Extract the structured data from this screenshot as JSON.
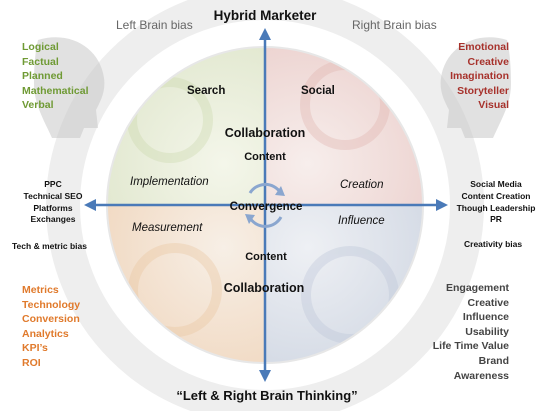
{
  "diagram": {
    "title": "Hybrid Marketer",
    "footer": "“Left & Right Brain Thinking”",
    "left_bias_label": "Left Brain bias",
    "right_bias_label": "Right Brain bias",
    "left_brain_traits": [
      "Logical",
      "Factual",
      "Planned",
      "Mathematical",
      "Verbal"
    ],
    "right_brain_traits": [
      "Emotional",
      "Creative",
      "Imagination",
      "Storyteller",
      "Visual"
    ],
    "left_tactics": [
      "PPC",
      "Technical SEO",
      "Platforms",
      "Exchanges"
    ],
    "right_tactics": [
      "Social Media",
      "Content Creation",
      "Though Leadership",
      "PR"
    ],
    "left_tactics_bias": "Tech & metric bias",
    "right_tactics_bias": "Creativity bias",
    "left_metrics": [
      "Metrics",
      "Technology",
      "Conversion",
      "Analytics",
      "KPI’s",
      "ROI"
    ],
    "right_metrics": [
      "Engagement",
      "Creative",
      "Influence",
      "Usability",
      "Life Time Value",
      "Brand",
      "Awareness"
    ],
    "quadrant_labels": {
      "search": "Search",
      "social": "Social",
      "implementation": "Implementation",
      "creation": "Creation",
      "measurement": "Measurement",
      "influence": "Influence"
    },
    "center_labels": {
      "collaboration_top": "Collaboration",
      "content_top": "Content",
      "convergence": "Convergence",
      "content_bottom": "Content",
      "collaboration_bottom": "Collaboration"
    },
    "colors": {
      "left_traits": "#6f9a34",
      "right_traits": "#a7322c",
      "left_metrics": "#e07a2c",
      "right_metrics": "#444444",
      "arrow": "#4a7ab8"
    }
  }
}
